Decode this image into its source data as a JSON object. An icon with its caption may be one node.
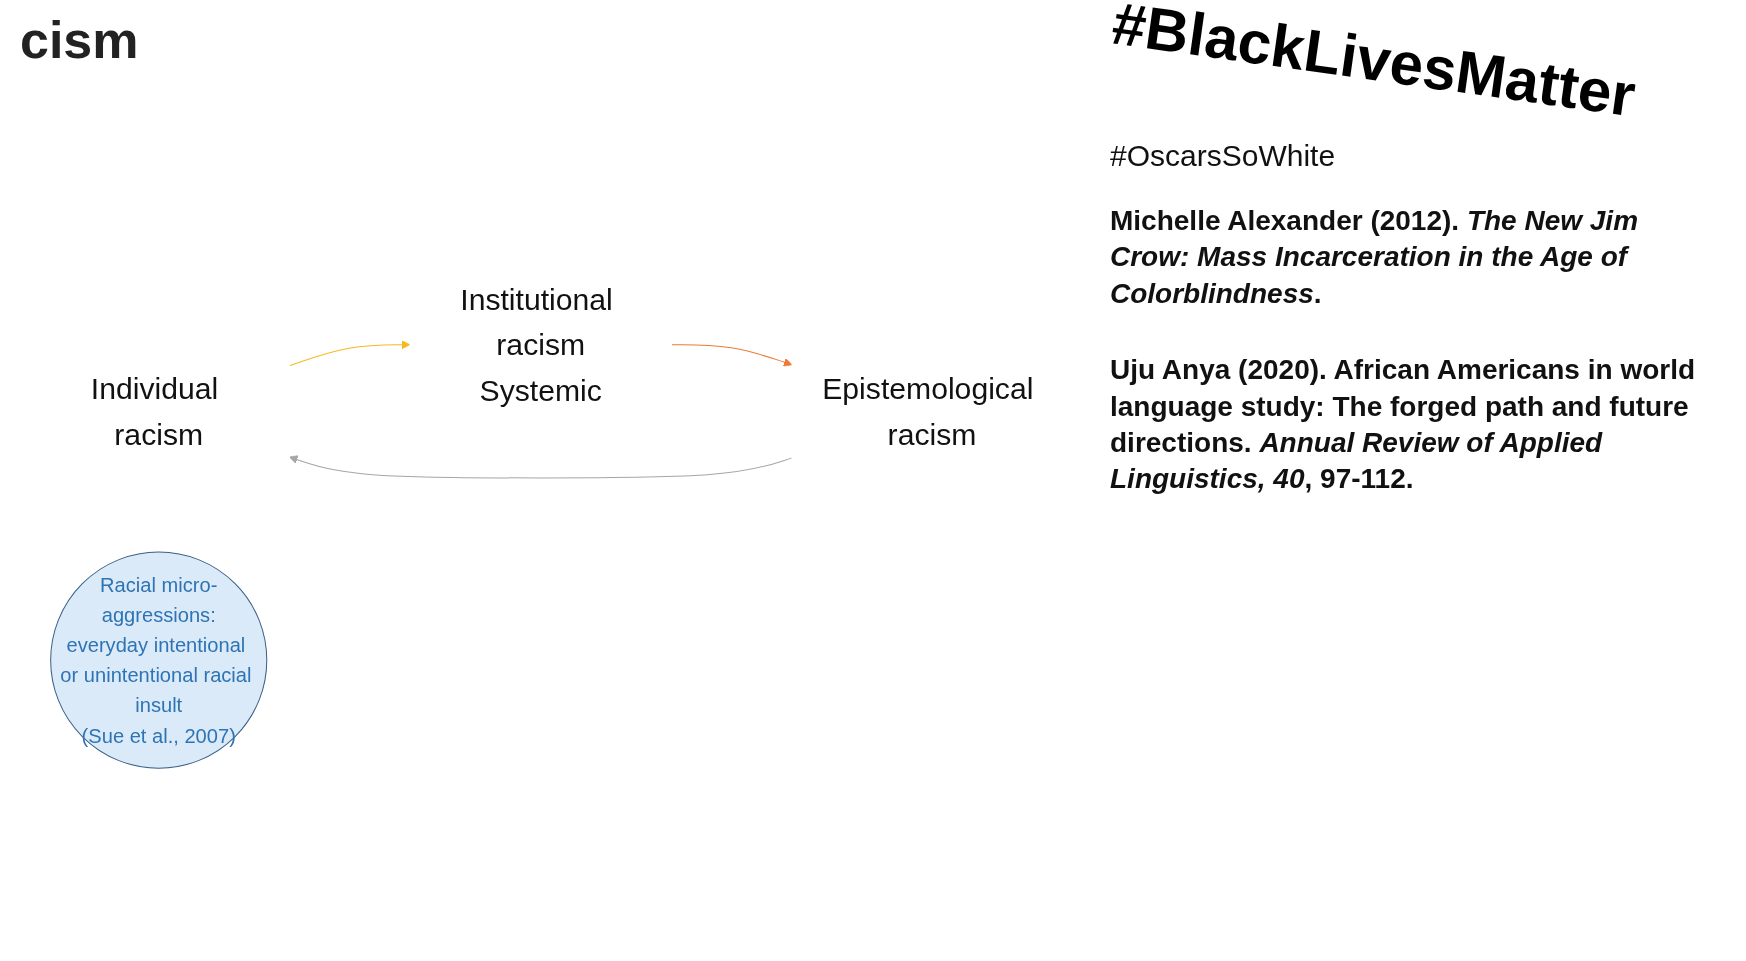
{
  "diagram": {
    "title": "cism",
    "nodes": [
      {
        "text": [
          "Individual racism"
        ]
      },
      {
        "text": [
          "Institutional racism",
          "Systemic"
        ]
      },
      {
        "text": [
          "Racial micro-aggressions:",
          "everyday intentional or unintentional racial insult",
          "(Sue et al., 2007)"
        ]
      },
      {
        "text": [
          "Epistemological racism"
        ]
      }
    ],
    "edges": [
      {
        "from": 0,
        "to": 1,
        "arrow": "to",
        "color": "#f5b921"
      },
      {
        "from": 1,
        "to": 3,
        "arrow": "to",
        "color": "#ee7a33"
      },
      {
        "from": 3,
        "to": 0,
        "arrow": "to",
        "color": "#a6a6a6"
      }
    ],
    "labels": [
      "#BlackLivesMatter",
      "#OscarsSoWhite",
      "Michelle Alexander (2012). *The New Jim Crow: Mass Incarceration in the Age of Colorblindness*.",
      "Uju Anya (2020). African Americans in world language study: The forged path and future directions. *Annual Review of Applied Linguistics, 40*, 97-112."
    ]
  }
}
